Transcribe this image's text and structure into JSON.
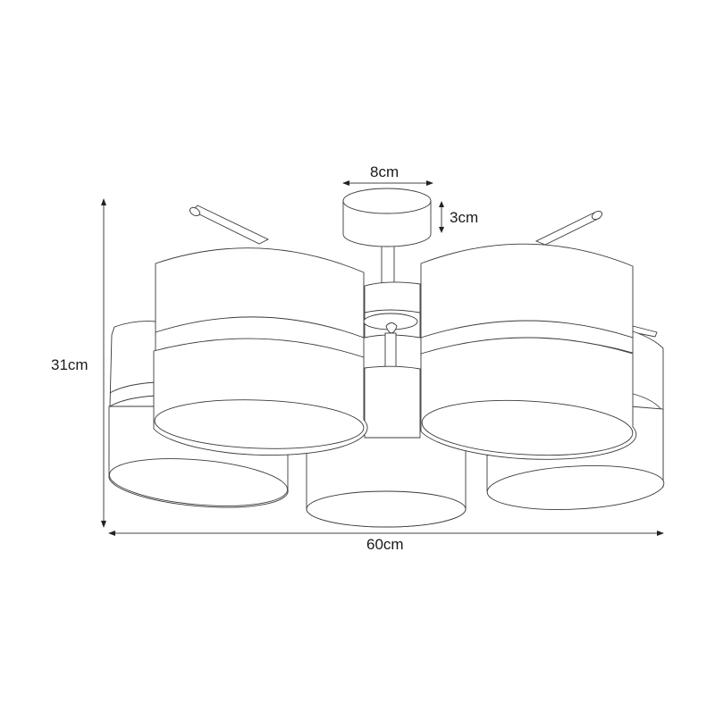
{
  "diagram": {
    "type": "technical-dimension-drawing",
    "subject": "ceiling lamp with 5 drum shades",
    "shade_count": 5,
    "dimensions": {
      "total_width": "60cm",
      "total_height": "31cm",
      "canopy_diameter": "8cm",
      "canopy_height": "3cm"
    },
    "colors": {
      "line": "#3a3a3a",
      "background": "#ffffff",
      "text": "#1a1a1a"
    }
  }
}
